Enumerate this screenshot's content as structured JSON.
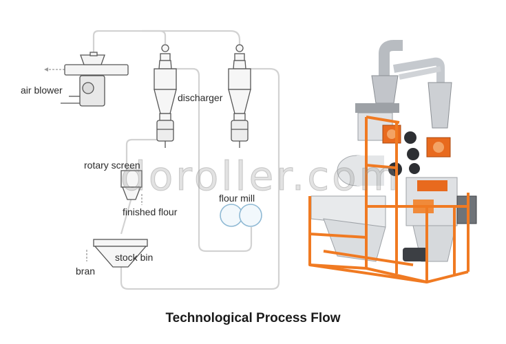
{
  "diagram": {
    "title": "Technological Process Flow",
    "watermark": "doroller.com",
    "labels": {
      "air_blower": "air blower",
      "discharger": "discharger",
      "rotary_screen": "rotary screen",
      "finished_flour": "finished flour",
      "flour_mill": "flour mill",
      "stock_bin": "stock bin",
      "bran": "bran"
    }
  },
  "colors": {
    "pipe": "#d2d2d2",
    "outline": "#555555",
    "frame": "#f07a22",
    "machine_gray": "#c9ccd0",
    "mill_circle": "#8fb9d4"
  }
}
